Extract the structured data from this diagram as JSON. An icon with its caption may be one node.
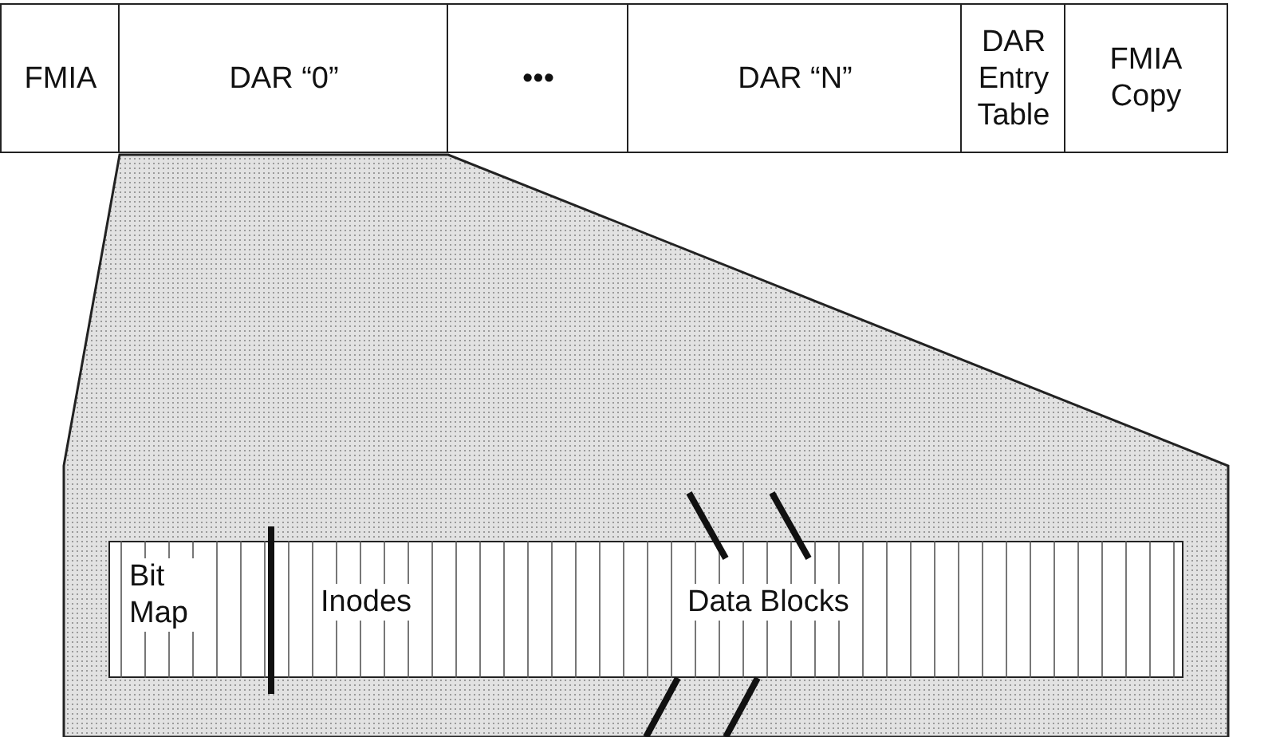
{
  "diagram": {
    "nodes": [
      {
        "text": [
          "FMIA"
        ]
      },
      {
        "text": [
          "DAR “0”"
        ]
      },
      {
        "text": [
          "•••"
        ]
      },
      {
        "text": [
          "DAR “N”"
        ]
      },
      {
        "text": [
          "DAR Entry Table"
        ]
      },
      {
        "text": [
          "FMIA Copy"
        ]
      },
      {
        "text": [],
        "shape": "box"
      },
      {
        "text": [
          "Bit Map"
        ],
        "in": 6
      },
      {
        "text": [
          "Inodes"
        ],
        "in": 6
      },
      {
        "text": [
          "Data Blocks"
        ],
        "in": 6
      }
    ]
  }
}
